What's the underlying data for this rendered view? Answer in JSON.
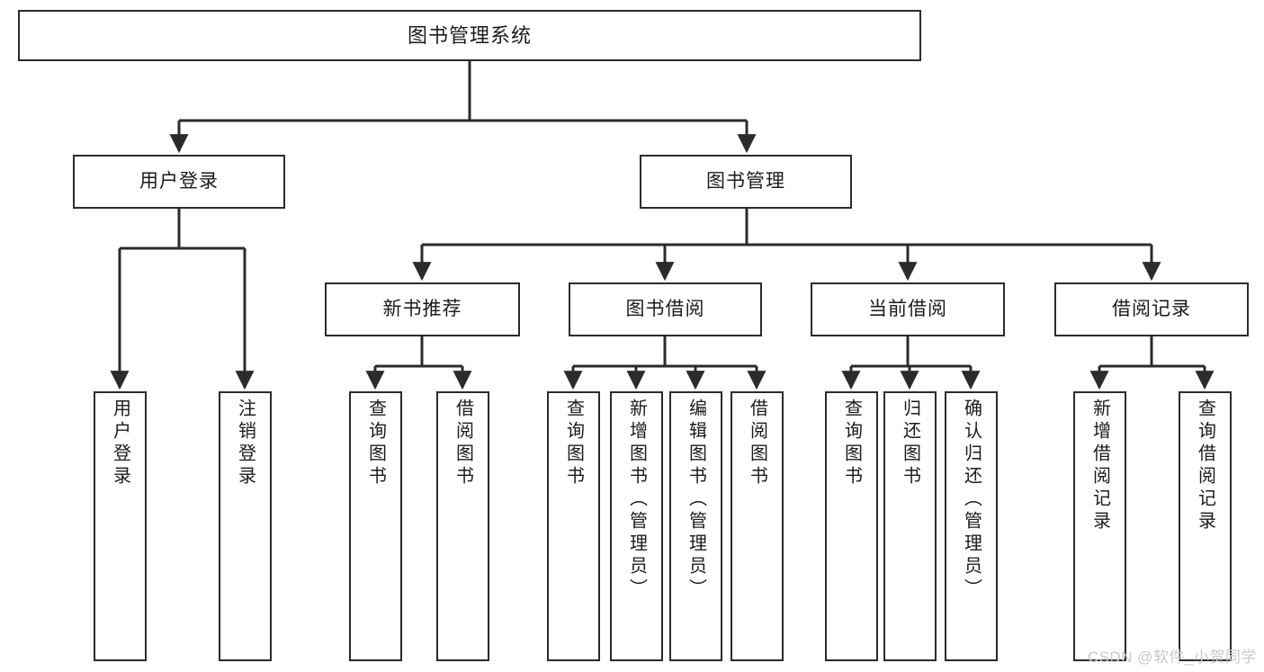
{
  "diagram": {
    "title_node": {
      "label": "图书管理系统"
    },
    "level2": [
      {
        "label": "用户登录"
      },
      {
        "label": "图书管理"
      }
    ],
    "level3": [
      {
        "label": "新书推荐"
      },
      {
        "label": "图书借阅"
      },
      {
        "label": "当前借阅"
      },
      {
        "label": "借阅记录"
      }
    ],
    "leaves": [
      {
        "label": "用户登录"
      },
      {
        "label": "注销登录"
      },
      {
        "label": "查询图书"
      },
      {
        "label": "借阅图书"
      },
      {
        "label": "查询图书"
      },
      {
        "label": "新增图书（管理员）"
      },
      {
        "label": "编辑图书（管理员）"
      },
      {
        "label": "借阅图书"
      },
      {
        "label": "查询图书"
      },
      {
        "label": "归还图书"
      },
      {
        "label": "确认归还（管理员）"
      },
      {
        "label": "新增借阅记录"
      },
      {
        "label": "查询借阅记录"
      }
    ],
    "colors": {
      "stroke": "#2b2b2b",
      "fill": "#ffffff",
      "text": "#1b1b1b",
      "watermark": "#c9c9c9"
    }
  },
  "watermark": {
    "text": "CSDN @软件_小贺同学"
  }
}
